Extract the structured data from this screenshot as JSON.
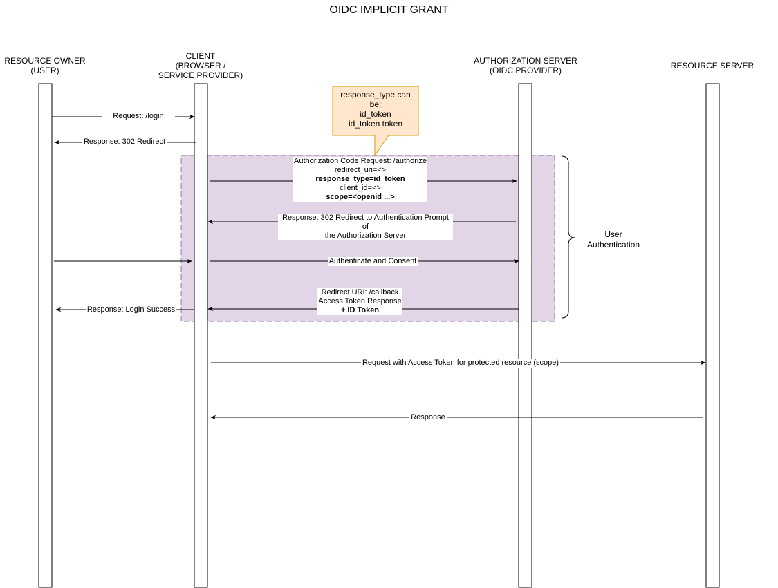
{
  "title": "OIDC IMPLICIT GRANT",
  "actors": {
    "resource_owner": [
      "RESOURCE OWNER",
      "(USER)"
    ],
    "client": [
      "CLIENT",
      "(BROWSER /",
      "SERVICE PROVIDER)"
    ],
    "auth_server": [
      "AUTHORIZATION SERVER",
      "(OIDC PROVIDER)"
    ],
    "resource_server": [
      "RESOURCE SERVER"
    ]
  },
  "note": [
    "response_type can",
    "be:",
    "id_token",
    "id_token token"
  ],
  "group_label": [
    "User",
    "Authentication"
  ],
  "messages": {
    "login_request": "Request: /login",
    "redirect_response": "Response: 302 Redirect",
    "authz_request": [
      "Authorization Code Request: /authorize",
      "redirect_uri=<>",
      "response_type=id_token",
      "client_id=<>",
      "scope=<openid ...>"
    ],
    "auth_prompt": [
      "Response: 302 Redirect to Authentication Prompt of",
      "the Authorization Server"
    ],
    "authenticate": "Authenticate and Consent",
    "callback": [
      "Redirect URI: /callback",
      "Access Token Response",
      "+ ID Token"
    ],
    "login_success": "Response: Login Success",
    "resource_request": "Request with Access Token for protected resource (scope)",
    "resource_response": "Response"
  },
  "colors": {
    "group_fill": "#e1d5e7",
    "group_border": "#9673a6",
    "note_fill": "#ffe6cc",
    "note_border": "#d79b00"
  }
}
